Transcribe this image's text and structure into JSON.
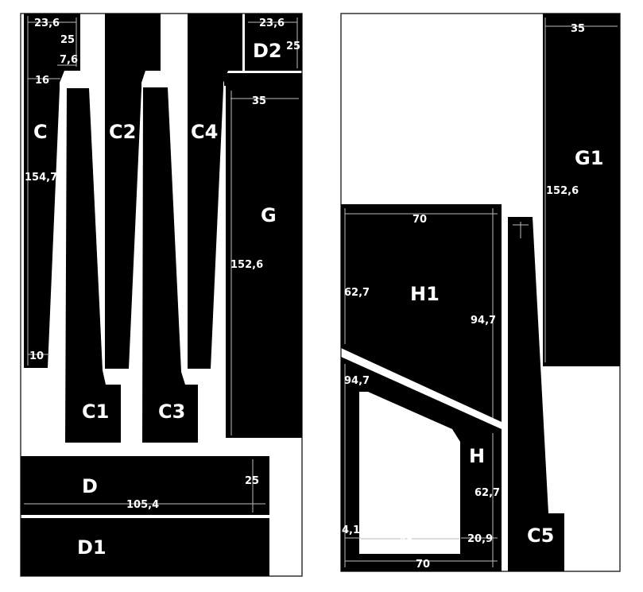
{
  "sheets": {
    "left": {
      "pieces": [
        {
          "name": "C",
          "label": "C"
        },
        {
          "name": "C1",
          "label": "C1"
        },
        {
          "name": "C2",
          "label": "C2"
        },
        {
          "name": "C3",
          "label": "C3"
        },
        {
          "name": "C4",
          "label": "C4"
        },
        {
          "name": "D2",
          "label": "D2"
        },
        {
          "name": "G",
          "label": "G"
        },
        {
          "name": "D",
          "label": "D"
        },
        {
          "name": "D1",
          "label": "D1"
        }
      ],
      "dimensions": {
        "c_top_width": "23,6",
        "c_top_height": "25",
        "c_notch": "7,6",
        "c_mid_width": "16",
        "c_height": "154,7",
        "c_bottom_width": "10",
        "d2_width": "23,6",
        "d2_height": "25",
        "g_width": "35",
        "g_height": "152,6",
        "d_height": "25",
        "d_length": "105,4"
      }
    },
    "right": {
      "pieces": [
        {
          "name": "G1",
          "label": "G1"
        },
        {
          "name": "H1",
          "label": "H1"
        },
        {
          "name": "H",
          "label": "H"
        },
        {
          "name": "C5",
          "label": "C5"
        }
      ],
      "dimensions": {
        "g1_width": "35",
        "g1_height": "152,6",
        "h1_width": "70",
        "h1_left_height": "62,7",
        "h1_right_height": "94,7",
        "h_left_height": "94,7",
        "h_right_height": "62,7",
        "h_left_margin": "4,1",
        "h_inner_width": "45",
        "h_right_margin": "20,9",
        "h_width": "70"
      }
    }
  },
  "colors": {
    "piece": "#000000",
    "sheet_border": "#333333",
    "background": "#ffffff",
    "text": "#ffffff",
    "dimension_line": "#bbbbbb"
  }
}
